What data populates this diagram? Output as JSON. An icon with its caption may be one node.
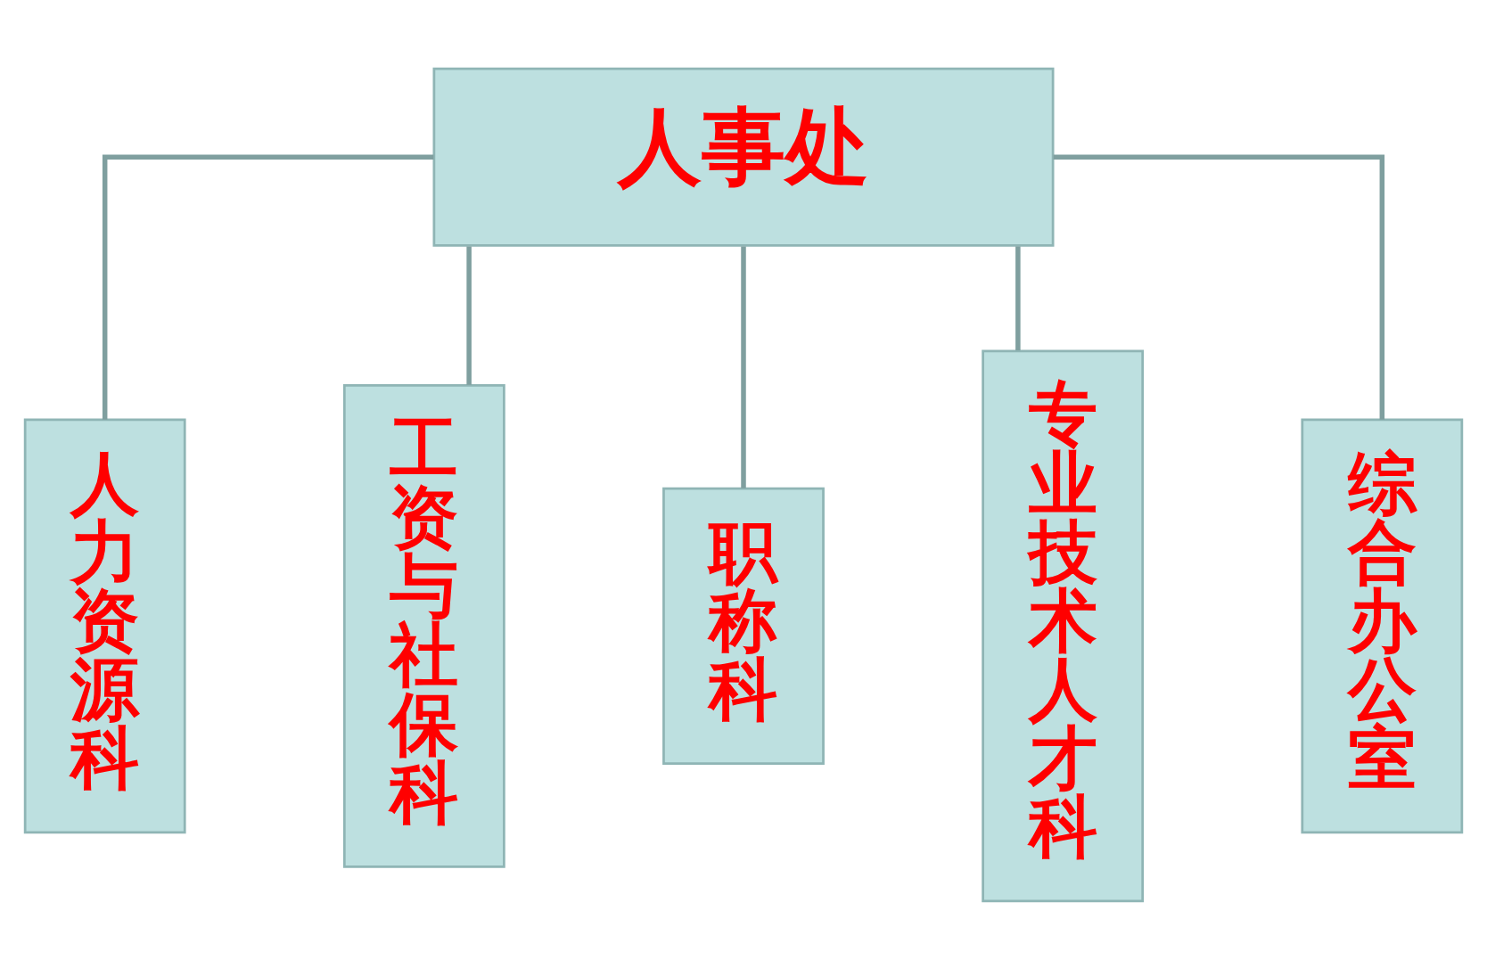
{
  "diagram": {
    "nodes": [
      {
        "text": [
          "人事处"
        ]
      },
      {
        "text": [
          "人力资源科"
        ]
      },
      {
        "text": [
          "工资与社保科"
        ]
      },
      {
        "text": [
          "职称科"
        ]
      },
      {
        "text": [
          "专业技术人才科"
        ]
      },
      {
        "text": [
          "综合办公室"
        ]
      }
    ],
    "edges": [
      {
        "from": 0,
        "to": 1,
        "arrow": "none"
      },
      {
        "from": 0,
        "to": 2,
        "arrow": "none"
      },
      {
        "from": 0,
        "to": 3,
        "arrow": "none"
      },
      {
        "from": 0,
        "to": 4,
        "arrow": "none"
      },
      {
        "from": 0,
        "to": 5,
        "arrow": "none"
      }
    ]
  }
}
